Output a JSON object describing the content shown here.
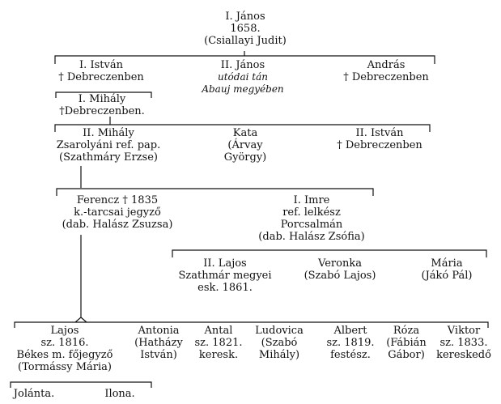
{
  "family_tree": {
    "root": {
      "name": "I. János",
      "year": "1658.",
      "spouse": "(Csiallayi Judit)"
    },
    "gen2": [
      {
        "name": "I. István",
        "note": "† Debreczenben"
      },
      {
        "name": "II. János",
        "note1": "utódai tán",
        "note2": "Abauj megyében"
      },
      {
        "name": "András",
        "note": "† Debreczenben"
      }
    ],
    "istvan_child": {
      "name": "I. Mihály",
      "note": "†Debreczenben."
    },
    "gen4": [
      {
        "name": "II. Mihály",
        "role": "Zsarolyáni ref. pap.",
        "spouse": "(Szathmáry Erzse)"
      },
      {
        "name": "Kata",
        "spouse1": "(Árvay",
        "spouse2": "György)"
      },
      {
        "name": "II. István",
        "note": "† Debreczenben"
      }
    ],
    "gen5": [
      {
        "name": "Ferencz † 1835",
        "role": "k.-tarcsai jegyző",
        "spouse": "(dab. Halász Zsuzsa)"
      },
      {
        "name": "I. Imre",
        "role1": "ref. lelkész",
        "role2": "Porcsalmán",
        "spouse": "(dab. Halász Zsófia)"
      }
    ],
    "imre_children": [
      {
        "name": "II. Lajos",
        "line1": "Szathmár megyei",
        "line2": "esk. 1861."
      },
      {
        "name": "Veronka",
        "spouse": "(Szabó Lajos)"
      },
      {
        "name": "Mária",
        "spouse": "(Jákó Pál)"
      }
    ],
    "ferencz_children": [
      {
        "name": "Lajos",
        "line1": "sz. 1816.",
        "line2": "Békes m. főjegyző",
        "line3": "(Tormássy Mária)"
      },
      {
        "name": "Antonia",
        "line1": "(Hatházy",
        "line2": "István)"
      },
      {
        "name": "Antal",
        "line1": "sz. 1821.",
        "line2": "keresk."
      },
      {
        "name": "Ludovica",
        "line1": "(Szabó",
        "line2": "Mihály)"
      },
      {
        "name": "Albert",
        "line1": "sz. 1819.",
        "line2": "festész."
      },
      {
        "name": "Róza",
        "line1": "(Fábián",
        "line2": "Gábor)"
      },
      {
        "name": "Viktor",
        "line1": "sz. 1833.",
        "line2": "kereskedő"
      }
    ],
    "lajos_children": [
      {
        "name": "Jolánta."
      },
      {
        "name": "Ilona."
      }
    ]
  }
}
